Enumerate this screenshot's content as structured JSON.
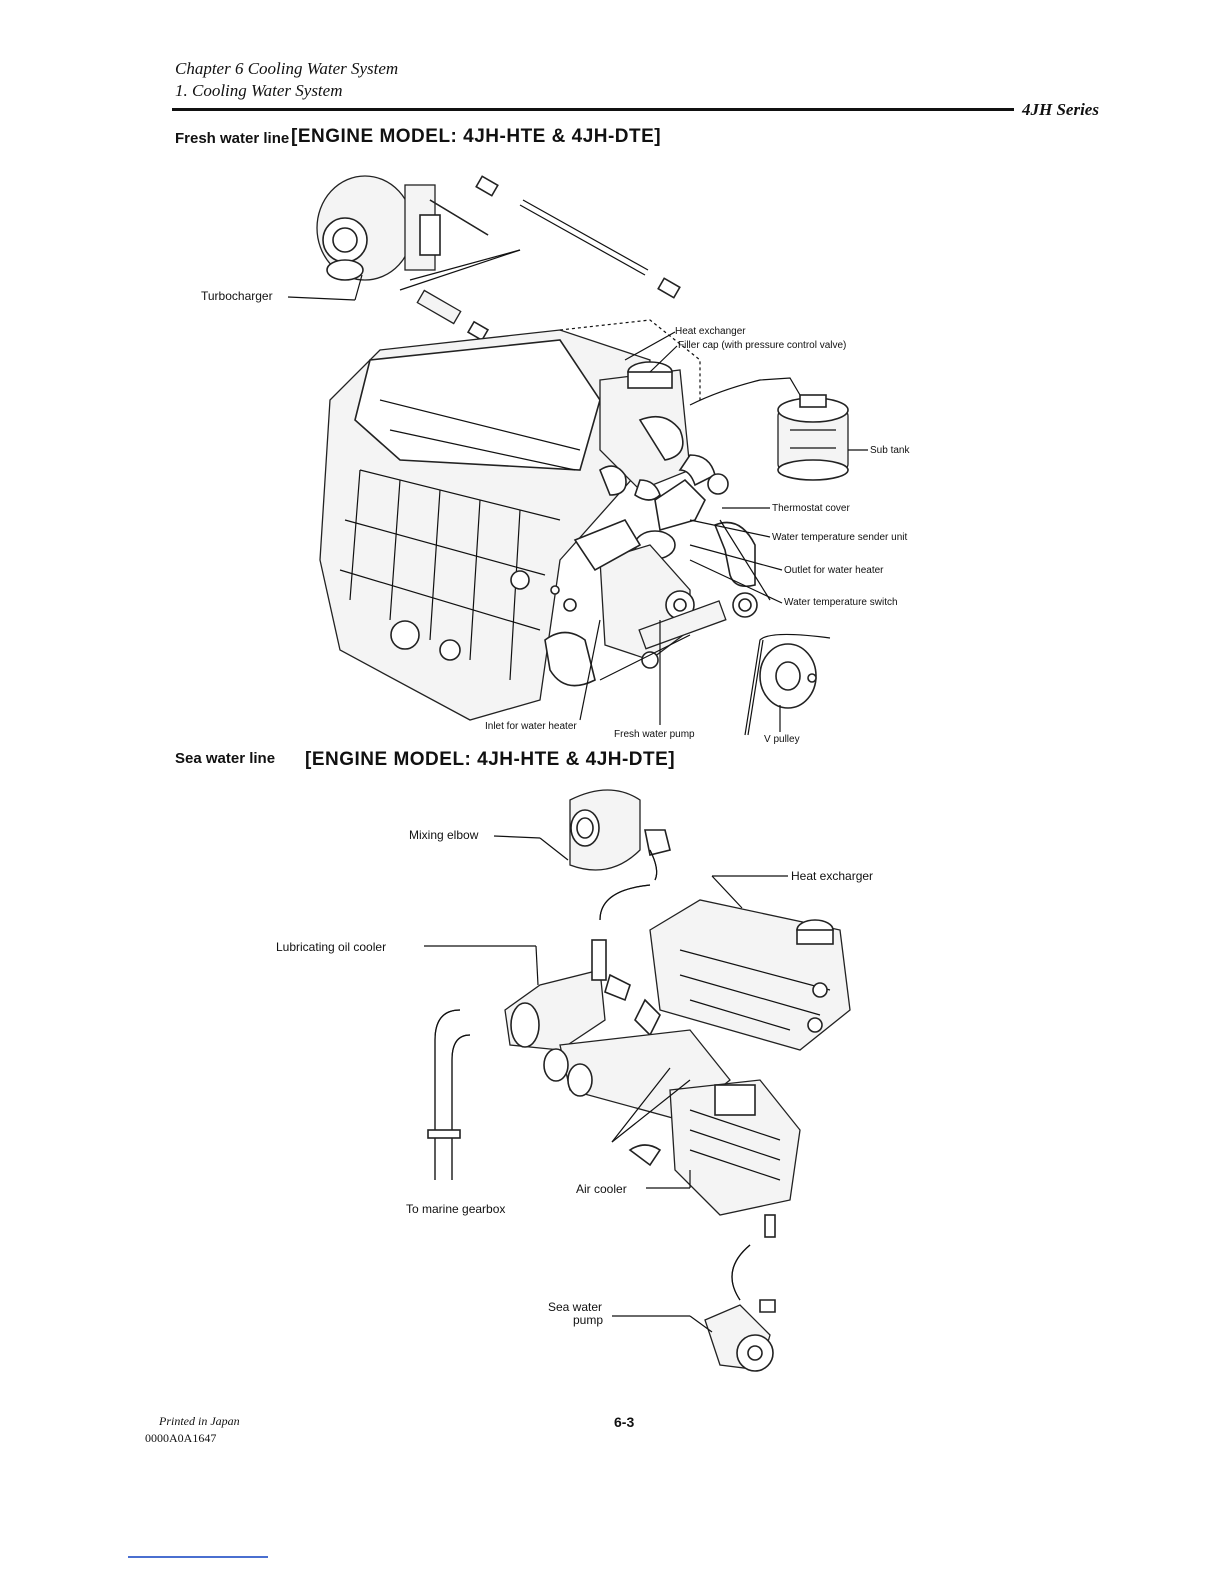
{
  "header": {
    "chapter": "Chapter 6 Cooling Water System",
    "section": "1. Cooling Water System",
    "series": "4JH Series"
  },
  "fresh": {
    "heading": "Fresh water line",
    "model": "[ENGINE MODEL: 4JH-HTE & 4JH-DTE]",
    "labels": {
      "turbocharger": "Turbocharger",
      "heat_exchanger": "Heat exchanger",
      "filler_cap": "Filler cap (with pressure control valve)",
      "sub_tank": "Sub tank",
      "thermostat_cover": "Thermostat cover",
      "water_temp_sender": "Water temperature sender unit",
      "outlet_water_heater": "Outlet for water heater",
      "water_temp_switch": "Water temperature switch",
      "inlet_water_heater": "Inlet for water heater",
      "fresh_water_pump": "Fresh water pump",
      "v_pulley": "V pulley"
    }
  },
  "sea": {
    "heading": "Sea water line",
    "model": "[ENGINE MODEL: 4JH-HTE & 4JH-DTE]",
    "labels": {
      "mixing_elbow": "Mixing elbow",
      "heat_exchanger": "Heat excharger",
      "lub_oil_cooler": "Lubricating oil cooler",
      "air_cooler": "Air cooler",
      "to_gearbox": "To marine gearbox",
      "sea_water": "Sea water",
      "pump": "pump"
    }
  },
  "footer": {
    "printed": "Printed in Japan",
    "code": "0000A0A1647",
    "page": "6-3"
  }
}
